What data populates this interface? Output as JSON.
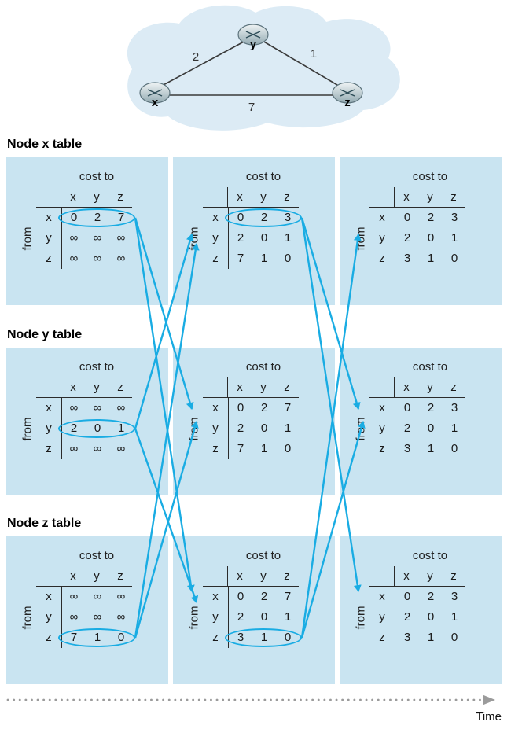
{
  "topology": {
    "node_labels": [
      "x",
      "y",
      "z"
    ],
    "links": [
      {
        "between": "x-y",
        "cost": "2"
      },
      {
        "between": "y-z",
        "cost": "1"
      },
      {
        "between": "x-z",
        "cost": "7"
      }
    ]
  },
  "labels": {
    "cost_to": "cost to",
    "from": "from",
    "cols": [
      "x",
      "y",
      "z"
    ]
  },
  "sections": [
    {
      "title": "Node x table",
      "tables": [
        {
          "rows": [
            {
              "label": "x",
              "values": [
                "0",
                "2",
                "7"
              ],
              "circled": true
            },
            {
              "label": "y",
              "values": [
                "∞",
                "∞",
                "∞"
              ],
              "circled": false
            },
            {
              "label": "z",
              "values": [
                "∞",
                "∞",
                "∞"
              ],
              "circled": false
            }
          ]
        },
        {
          "rows": [
            {
              "label": "x",
              "values": [
                "0",
                "2",
                "3"
              ],
              "circled": true
            },
            {
              "label": "y",
              "values": [
                "2",
                "0",
                "1"
              ],
              "circled": false
            },
            {
              "label": "z",
              "values": [
                "7",
                "1",
                "0"
              ],
              "circled": false
            }
          ]
        },
        {
          "rows": [
            {
              "label": "x",
              "values": [
                "0",
                "2",
                "3"
              ],
              "circled": false
            },
            {
              "label": "y",
              "values": [
                "2",
                "0",
                "1"
              ],
              "circled": false
            },
            {
              "label": "z",
              "values": [
                "3",
                "1",
                "0"
              ],
              "circled": false
            }
          ]
        }
      ]
    },
    {
      "title": "Node y table",
      "tables": [
        {
          "rows": [
            {
              "label": "x",
              "values": [
                "∞",
                "∞",
                "∞"
              ],
              "circled": false
            },
            {
              "label": "y",
              "values": [
                "2",
                "0",
                "1"
              ],
              "circled": true
            },
            {
              "label": "z",
              "values": [
                "∞",
                "∞",
                "∞"
              ],
              "circled": false
            }
          ]
        },
        {
          "rows": [
            {
              "label": "x",
              "values": [
                "0",
                "2",
                "7"
              ],
              "circled": false
            },
            {
              "label": "y",
              "values": [
                "2",
                "0",
                "1"
              ],
              "circled": false
            },
            {
              "label": "z",
              "values": [
                "7",
                "1",
                "0"
              ],
              "circled": false
            }
          ]
        },
        {
          "rows": [
            {
              "label": "x",
              "values": [
                "0",
                "2",
                "3"
              ],
              "circled": false
            },
            {
              "label": "y",
              "values": [
                "2",
                "0",
                "1"
              ],
              "circled": false
            },
            {
              "label": "z",
              "values": [
                "3",
                "1",
                "0"
              ],
              "circled": false
            }
          ]
        }
      ]
    },
    {
      "title": "Node z table",
      "tables": [
        {
          "rows": [
            {
              "label": "x",
              "values": [
                "∞",
                "∞",
                "∞"
              ],
              "circled": false
            },
            {
              "label": "y",
              "values": [
                "∞",
                "∞",
                "∞"
              ],
              "circled": false
            },
            {
              "label": "z",
              "values": [
                "7",
                "1",
                "0"
              ],
              "circled": true
            }
          ]
        },
        {
          "rows": [
            {
              "label": "x",
              "values": [
                "0",
                "2",
                "7"
              ],
              "circled": false
            },
            {
              "label": "y",
              "values": [
                "2",
                "0",
                "1"
              ],
              "circled": false
            },
            {
              "label": "z",
              "values": [
                "3",
                "1",
                "0"
              ],
              "circled": true
            }
          ]
        },
        {
          "rows": [
            {
              "label": "x",
              "values": [
                "0",
                "2",
                "3"
              ],
              "circled": false
            },
            {
              "label": "y",
              "values": [
                "2",
                "0",
                "1"
              ],
              "circled": false
            },
            {
              "label": "z",
              "values": [
                "3",
                "1",
                "0"
              ],
              "circled": false
            }
          ]
        }
      ]
    }
  ],
  "timeline": {
    "label": "Time"
  },
  "colors": {
    "accent_cyan": "#19ace3",
    "panel_blue": "#c9e4f1",
    "cloud_blue": "#dcebf5"
  }
}
